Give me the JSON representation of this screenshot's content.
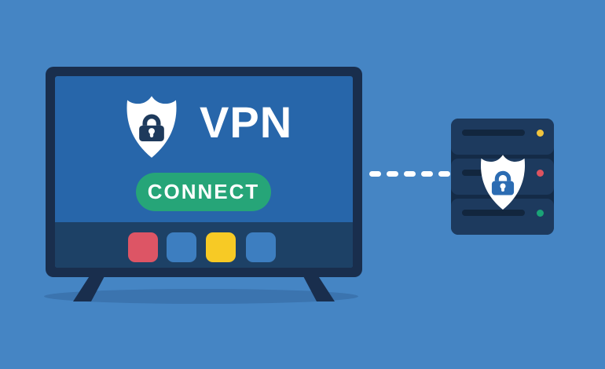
{
  "page": {
    "background_color": "#4585c4"
  },
  "tv": {
    "frame_color": "#192e4d",
    "screen_color": "#2766aa",
    "brand": "VPN",
    "shield_icon": "shield-lock",
    "lock_color": "#1e3a5c",
    "connect_button": {
      "label": "CONNECT",
      "color": "#26a578",
      "text_color": "#ffffff"
    },
    "bottom_bar": {
      "color": "#1d4166",
      "buttons": [
        {
          "name": "red",
          "color": "#dd5565"
        },
        {
          "name": "blue",
          "color": "#3d7ec0"
        },
        {
          "name": "yellow",
          "color": "#f7ca25"
        },
        {
          "name": "blue",
          "color": "#3d7ec0"
        }
      ]
    }
  },
  "connection": {
    "type": "dashed-line",
    "color": "#ffffff",
    "dash_count": 5
  },
  "server": {
    "body_color": "#1d3a5e",
    "slot_color": "#12263e",
    "shield_icon": "shield-lock",
    "lock_color": "#2c6cb2",
    "units": [
      {
        "led": "yellow",
        "led_color": "#f0c43e"
      },
      {
        "led": "red",
        "led_color": "#dd5360"
      },
      {
        "led": "green",
        "led_color": "#1aa377"
      }
    ]
  }
}
